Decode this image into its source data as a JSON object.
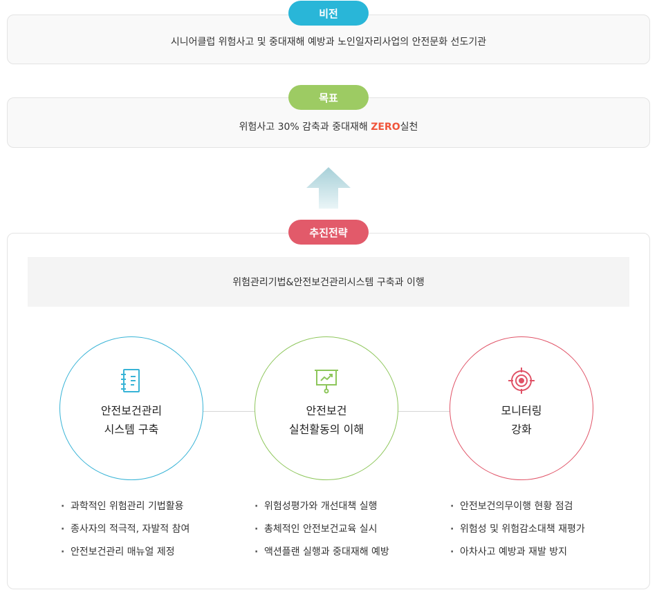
{
  "vision": {
    "label": "비전",
    "text": "시니어클럽 위험사고 및 중대재해 예방과 노인일자리사업의 안전문화 선도기관",
    "color": "#29b6d8"
  },
  "goal": {
    "label": "목표",
    "text_before": "위험사고 30% 감축과 중대재해 ",
    "text_highlight": "ZERO",
    "text_after": "실천",
    "color": "#9dcb63",
    "highlight_color": "#f0553b"
  },
  "arrow": {
    "color": "#a9d2da"
  },
  "strategy": {
    "label": "추진전략",
    "color": "#e25a6a",
    "banner": "위험관리기법&안전보건관리시스템 구축과 이행",
    "items": [
      {
        "title_line1": "안전보건관리",
        "title_line2": "시스템 구축",
        "icon": "notebook-icon",
        "color": "#37b3d6",
        "bullets": [
          "과학적인 위험관리 기법활용",
          "종사자의 적극적, 자발적 참여",
          "안전보건관리 매뉴얼 제정"
        ]
      },
      {
        "title_line1": "안전보건",
        "title_line2": "실천활동의 이해",
        "icon": "presentation-board-icon",
        "color": "#8dc65a",
        "bullets": [
          "위험성평가와 개선대책 실행",
          "총체적인 안전보건교육 실시",
          "액션플랜 실행과 중대재해 예방"
        ]
      },
      {
        "title_line1": "모니터링",
        "title_line2": "강화",
        "icon": "target-icon",
        "color": "#e05266",
        "bullets": [
          "안전보건의무이행 현황 점검",
          "위험성 및 위험감소대책 재평가",
          "아차사고 예방과 재발 방지"
        ]
      }
    ]
  }
}
